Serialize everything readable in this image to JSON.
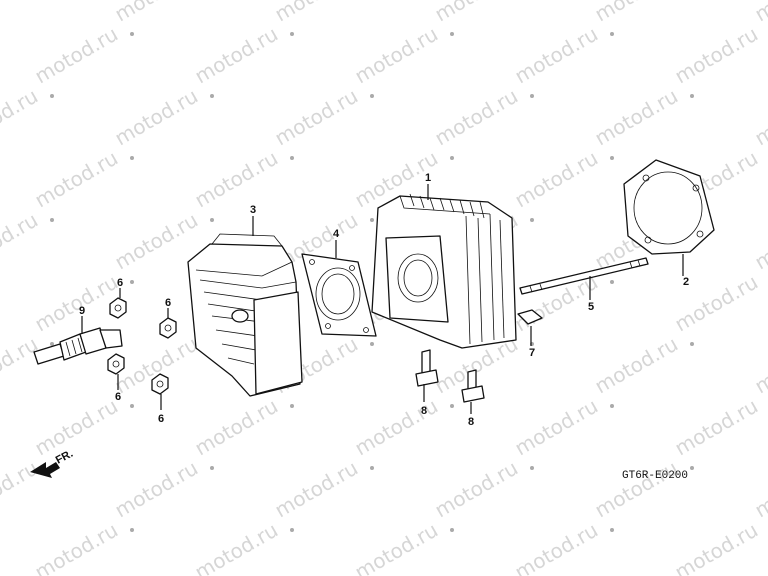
{
  "watermark": "motod.ru",
  "figure_code": "GT6R-E0200",
  "direction_marker": "FR.",
  "callouts": [
    "1",
    "2",
    "3",
    "4",
    "5",
    "6",
    "6",
    "6",
    "6",
    "7",
    "8",
    "8",
    "9"
  ]
}
